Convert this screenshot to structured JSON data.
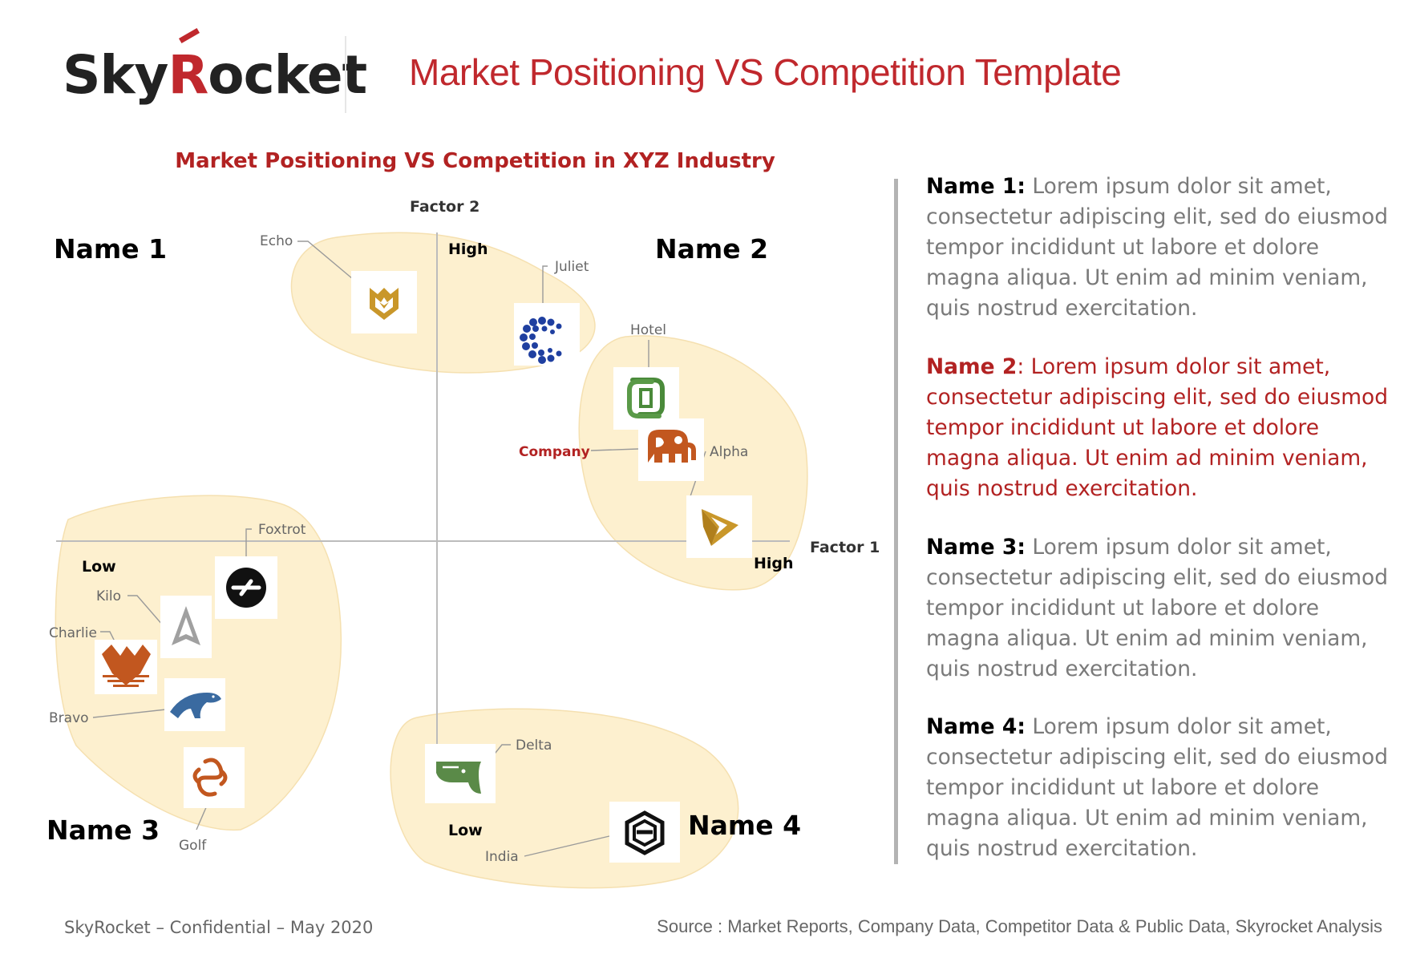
{
  "header": {
    "logo_text_1": "Sky",
    "logo_text_r": "R",
    "logo_text_2": "ocket",
    "title": "Market Positioning VS Competition Template"
  },
  "diagram": {
    "title": "Market Positioning VS Competition in XYZ Industry",
    "y_axis": {
      "label": "Factor 2",
      "high": "High",
      "low": "Low"
    },
    "x_axis": {
      "label": "Factor 1",
      "high": "High",
      "low": "Low"
    },
    "quadrants": [
      "Name 1",
      "Name 2",
      "Name 3",
      "Name 4"
    ],
    "competitors": {
      "echo": "Echo",
      "juliet": "Juliet",
      "hotel": "Hotel",
      "company": "Company",
      "alpha": "Alpha",
      "foxtrot": "Foxtrot",
      "kilo": "Kilo",
      "charlie": "Charlie",
      "bravo": "Bravo",
      "golf": "Golf",
      "delta": "Delta",
      "india": "India"
    }
  },
  "descriptions": [
    {
      "name": "Name 1",
      "sep": ":",
      "text": " Lorem ipsum dolor sit amet, consectetur adipiscing elit, sed do eiusmod tempor incididunt ut labore et dolore magna aliqua. Ut enim ad minim veniam, quis nostrud exercitation."
    },
    {
      "name": "Name 2",
      "sep": ":",
      "text": " Lorem ipsum dolor sit amet, consectetur adipiscing elit, sed do eiusmod tempor incididunt ut labore et dolore magna aliqua. Ut enim ad minim veniam, quis nostrud exercitation."
    },
    {
      "name": "Name 3",
      "sep": ":",
      "text": " Lorem ipsum dolor sit amet, consectetur adipiscing elit, sed do eiusmod tempor incididunt ut labore et dolore magna aliqua. Ut enim ad minim veniam, quis nostrud exercitation."
    },
    {
      "name": "Name 4",
      "sep": ":",
      "text": " Lorem ipsum dolor sit amet, consectetur adipiscing elit, sed do eiusmod tempor incididunt ut labore et dolore magna aliqua. Ut enim ad minim veniam, quis nostrud exercitation."
    }
  ],
  "footer": {
    "left": "SkyRocket – Confidential – May 2020",
    "right": "Source : Market Reports, Company Data, Competitor Data & Public Data, Skyrocket Analysis"
  },
  "colors": {
    "accent_red": "#c0282d",
    "cluster_fill": "#fdf0cf",
    "logo_gold": "#c9972a",
    "logo_blue": "#1f3fa0",
    "logo_green": "#4a8a3a",
    "logo_orange": "#c2571f",
    "logo_whale": "#3a6aa0",
    "logo_grey": "#a0a0a0"
  },
  "icons": [
    "echo-logo-icon",
    "juliet-logo-icon",
    "hotel-logo-icon",
    "company-logo-icon",
    "alpha-logo-icon",
    "foxtrot-logo-icon",
    "kilo-logo-icon",
    "charlie-logo-icon",
    "bravo-logo-icon",
    "golf-logo-icon",
    "delta-logo-icon",
    "india-logo-icon"
  ]
}
